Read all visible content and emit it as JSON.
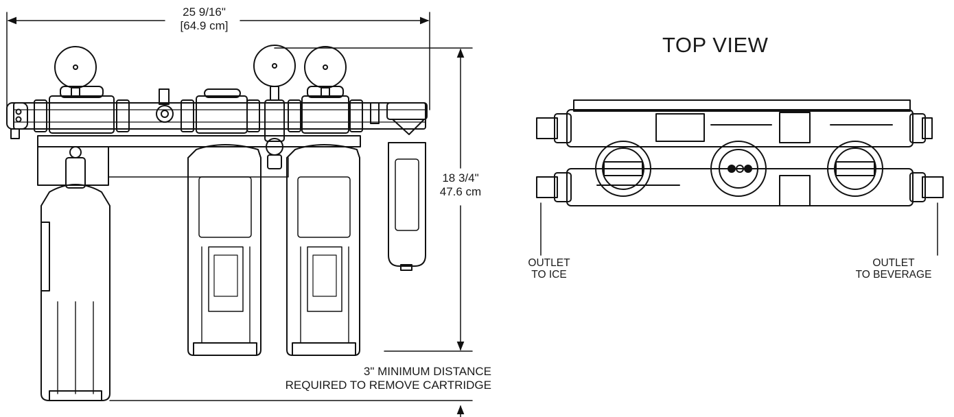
{
  "width_dimension": {
    "imperial": "25 9/16\"",
    "metric": "[64.9 cm]"
  },
  "height_dimension": {
    "imperial": "18 3/4\"",
    "metric": "47.6 cm"
  },
  "clearance_note": {
    "line1": "3\" MINIMUM DISTANCE",
    "line2": "REQUIRED TO REMOVE CARTRIDGE"
  },
  "top_view": {
    "title": "TOP VIEW",
    "outlet_ice": {
      "line1": "OUTLET",
      "line2": "TO ICE"
    },
    "outlet_beverage": {
      "line1": "OUTLET",
      "line2": "TO BEVERAGE"
    }
  },
  "colors": {
    "line": "#111111",
    "background": "#ffffff"
  }
}
